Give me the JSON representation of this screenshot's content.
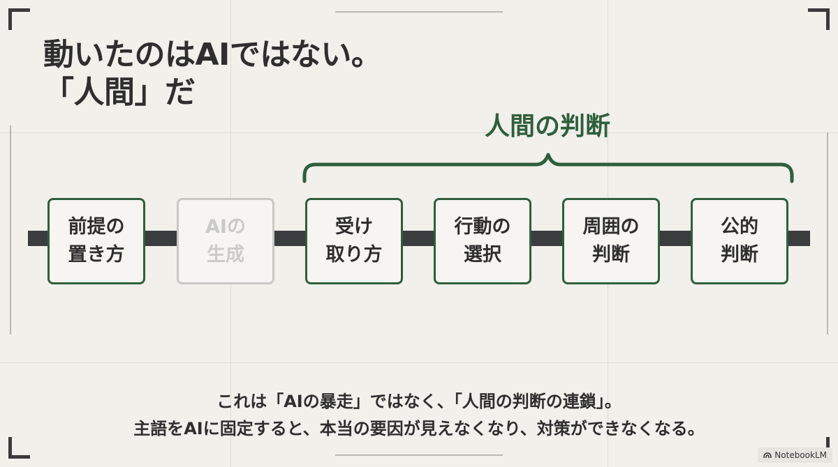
{
  "title": {
    "line1": "動いたのはAIではない。",
    "line2": "「人間」だ"
  },
  "group_label": "人間の判断",
  "steps": [
    {
      "label": "前提の\n置き方",
      "faded": false
    },
    {
      "label": "AIの\n生成",
      "faded": true
    },
    {
      "label": "受け\n取り方",
      "faded": false
    },
    {
      "label": "行動の\n選択",
      "faded": false
    },
    {
      "label": "周囲の\n判断",
      "faded": false
    },
    {
      "label": "公的\n判断",
      "faded": false
    }
  ],
  "footer": {
    "line1": "これは「AIの暴走」ではなく、「人間の判断の連鎖」。",
    "line2": "主語をAIに固定すると、本当の要因が見えなくなり、対策ができなくなる。"
  },
  "badge": {
    "text": "NotebookLM",
    "icon": "notebooklm-logo-icon"
  },
  "colors": {
    "background": "#f1f0eb",
    "accent_green": "#2f5e3c",
    "rail": "#3a3c3e",
    "faded": "#c8c8c4",
    "text": "#2e2e2e"
  }
}
